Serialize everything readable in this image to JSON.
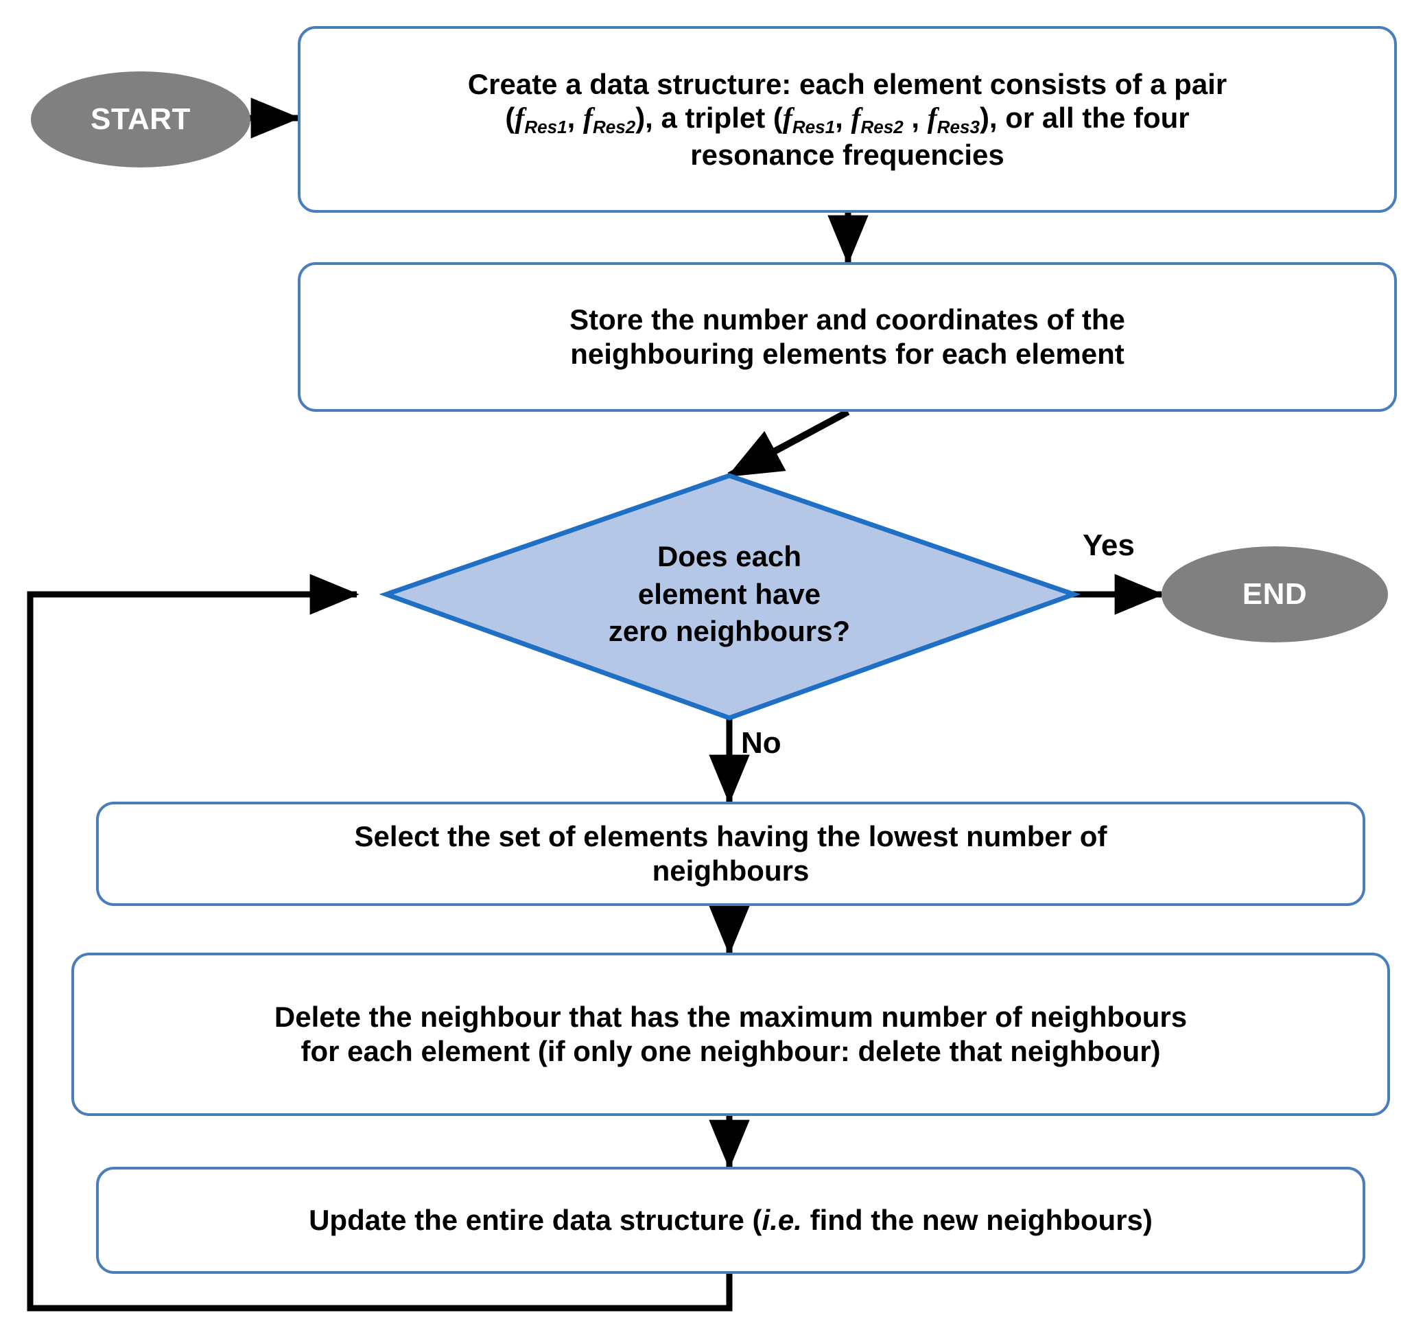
{
  "diagram": {
    "title": "Neighbour-elimination algorithm flowchart",
    "colors": {
      "box_border": "#4a7ebb",
      "box_fill": "#ffffff",
      "diamond_fill": "#b4c7e7",
      "diamond_border": "#1f6fc4",
      "terminator_fill": "#808080",
      "terminator_text": "#ffffff",
      "connector": "#000000",
      "text": "#000000"
    },
    "nodes": {
      "start": {
        "type": "terminator",
        "label": "START"
      },
      "create_structure": {
        "type": "process",
        "line1": "Create a data structure: each element consists of a pair",
        "line2_pre": "(",
        "line2_f1": "f",
        "line2_f1_sub": "Res1",
        "line2_mid1": ", ",
        "line2_f2": "f",
        "line2_f2_sub": "Res2",
        "line2_mid2": "), a triplet (",
        "line2_f3": "f",
        "line2_f3_sub": "Res1",
        "line2_mid3": ", ",
        "line2_f4": "f",
        "line2_f4_sub": "Res2",
        "line2_mid4": " , ",
        "line2_f5": "f",
        "line2_f5_sub": "Res3",
        "line2_post": "), or all the four",
        "line3": "resonance frequencies",
        "plain_text": "Create a data structure: each element consists of a pair (fRes1, fRes2), a triplet (fRes1, fRes2 , fRes3), or all the four resonance frequencies"
      },
      "store_neighbours": {
        "type": "process",
        "line1": "Store the number and coordinates of the",
        "line2": "neighbouring elements for each element",
        "plain_text": "Store the number and coordinates of the neighbouring elements for each element"
      },
      "decision_zero_neighbours": {
        "type": "decision",
        "line1": "Does each",
        "line2": "element have",
        "line3": "zero neighbours?",
        "plain_text": "Does each element have zero neighbours?"
      },
      "end": {
        "type": "terminator",
        "label": "END"
      },
      "select_lowest": {
        "type": "process",
        "line1": "Select the set of elements having the lowest number of",
        "line2": "neighbours",
        "plain_text": "Select the set of elements having the lowest number of neighbours"
      },
      "delete_neighbour": {
        "type": "process",
        "line1": "Delete the neighbour that has the maximum number of neighbours",
        "line2": "for each element (if only one neighbour: delete that neighbour)",
        "plain_text": "Delete the neighbour that has the maximum number of neighbours for each element (if only one neighbour: delete that neighbour)"
      },
      "update_structure": {
        "type": "process",
        "line2_pre": "Update the entire data structure (",
        "line2_ital": "i.e.",
        "line2_post": " find the new neighbours)",
        "plain_text": "Update the entire data structure (i.e. find the new neighbours)"
      }
    },
    "edge_labels": {
      "yes": "Yes",
      "no": "No"
    }
  }
}
